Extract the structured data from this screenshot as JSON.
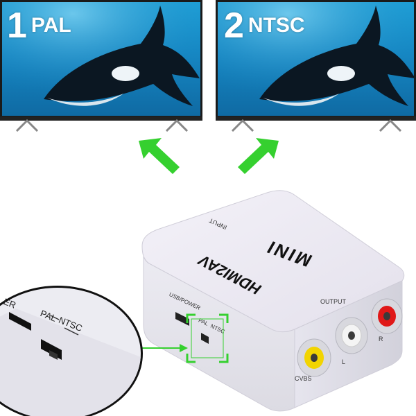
{
  "tvs": [
    {
      "number": "1",
      "standard": "PAL"
    },
    {
      "number": "2",
      "standard": "NTSC"
    }
  ],
  "device": {
    "logo": "MINI",
    "model": "HDMI2AV",
    "input_label": "INPUT",
    "output_label": "OUTPUT",
    "usb_power_label": "USB/POWER",
    "switch_pal": "PAL",
    "switch_ntsc": "NTSC",
    "jack_cvbs": "CVBS",
    "jack_l": "L",
    "jack_r": "R"
  },
  "zoom_view": {
    "power_fragment": "ER",
    "pal": "PAL",
    "ntsc": "NTSC"
  },
  "colors": {
    "arrow": "#35d02f",
    "jack_yellow": "#f2d400",
    "jack_white": "#f4f4f4",
    "jack_red": "#e01818",
    "screen": "#1687c3"
  }
}
